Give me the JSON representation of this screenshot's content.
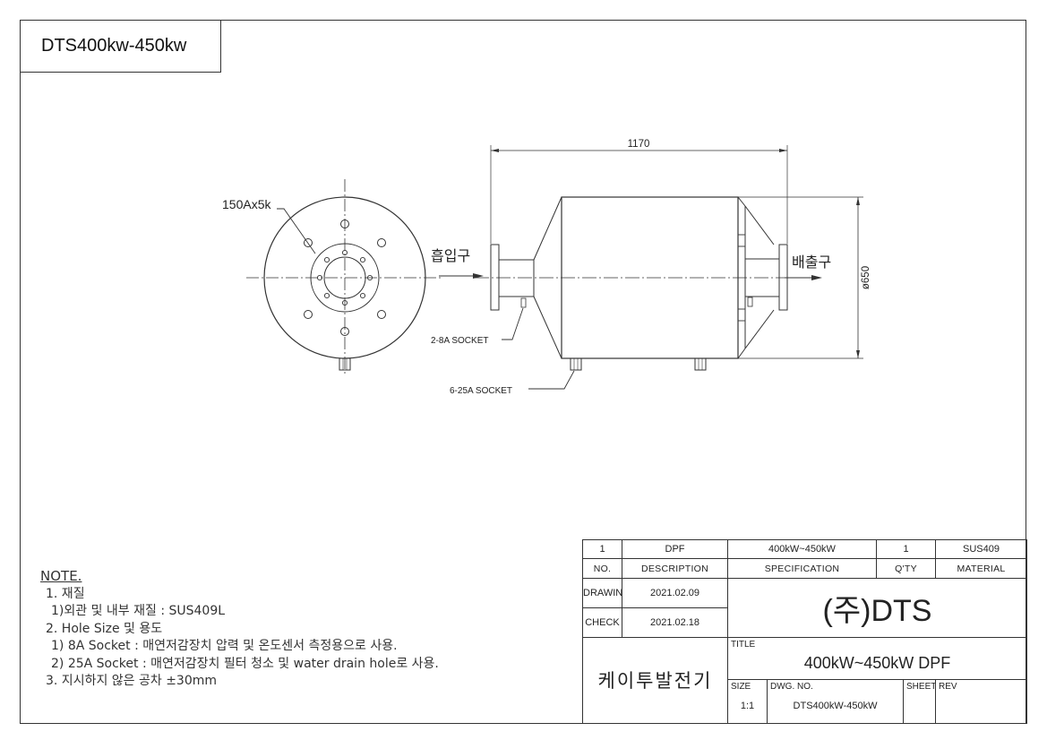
{
  "drawing_title": "DTS400kw-450kw",
  "front_view": {
    "flange_label": "150Ax5k"
  },
  "side_view": {
    "length_dim": "1170",
    "diameter_dim": "ø650",
    "inlet_label": "흡입구",
    "outlet_label": "배출구",
    "socket_small_label": "2-8A SOCKET",
    "socket_large_label": "6-25A SOCKET"
  },
  "notes": {
    "heading": "NOTE.",
    "lines": [
      "1. 재질",
      "1)외관 및 내부 재질 : SUS409L",
      "2. Hole Size 및 용도",
      "1) 8A Socket : 매연저감장치 압력 및 온도센서 측정용으로 사용.",
      "2) 25A Socket : 매연저감장치 필터 청소 및 water drain hole로 사용.",
      "3. 지시하지 않은 공차 ±30mm"
    ]
  },
  "title_block": {
    "row": {
      "no": "1",
      "description": "DPF",
      "specification": "400kW~450kW",
      "qty": "1",
      "material": "SUS409"
    },
    "headers": {
      "no": "NO.",
      "description": "DESCRIPTION",
      "specification": "SPECIFICATION",
      "qty": "Q'TY",
      "material": "MATERIAL"
    },
    "drawing_label": "DRAWING",
    "drawing_date": "2021.02.09",
    "check_label": "CHECK",
    "check_date": "2021.02.18",
    "company": "(주)DTS",
    "owner": "케이투발전기",
    "title_label": "TITLE",
    "title": "400kW~450kW DPF",
    "size_label": "SIZE",
    "size": "1:1",
    "dwg_no_label": "DWG. NO.",
    "dwg_no": "DTS400kW-450kW",
    "sheet_label": "SHEET",
    "rev_label": "REV"
  }
}
